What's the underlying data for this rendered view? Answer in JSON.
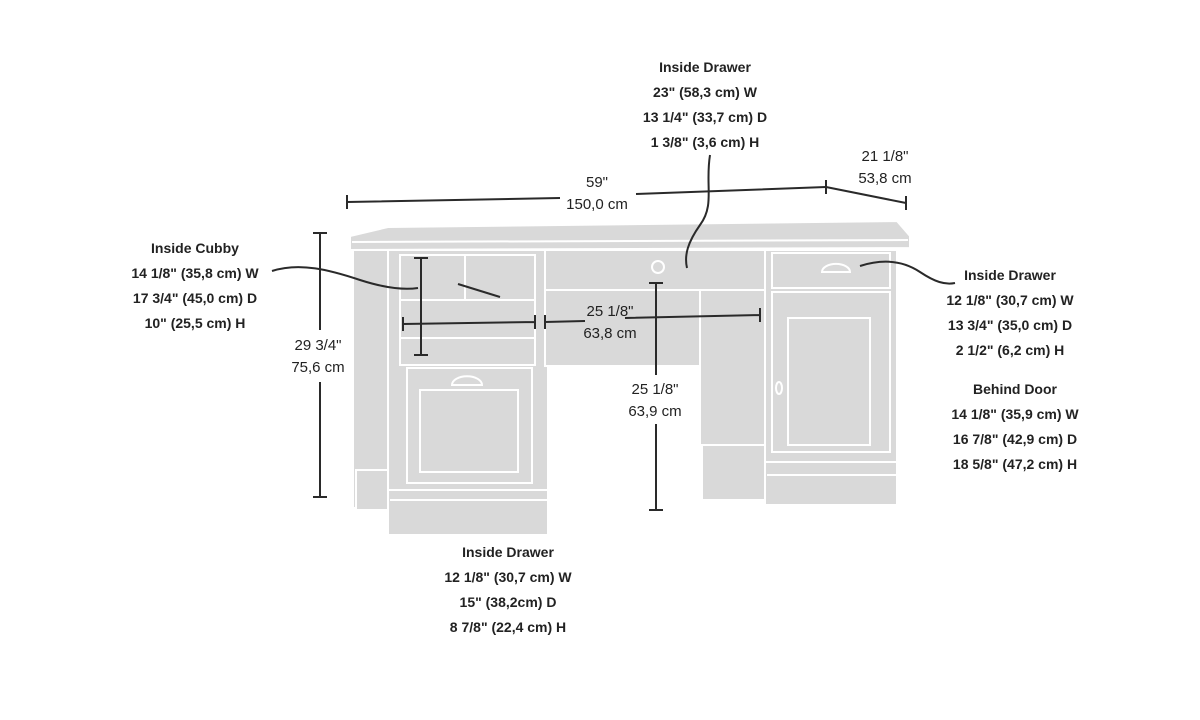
{
  "overall": {
    "width": {
      "in": "59\"",
      "cm": "150,0 cm"
    },
    "depth": {
      "in": "21 1/8\"",
      "cm": "53,8 cm"
    },
    "height": {
      "in": "29 3/4\"",
      "cm": "75,6 cm"
    },
    "knee_width": {
      "in": "25 1/8\"",
      "cm": "63,8 cm"
    },
    "knee_height": {
      "in": "25 1/8\"",
      "cm": "63,9 cm"
    }
  },
  "compartments": {
    "center_drawer": {
      "title": "Inside Drawer",
      "lines": [
        "23\" (58,3 cm) W",
        "13 1/4\" (33,7 cm) D",
        "1 3/8\" (3,6 cm) H"
      ]
    },
    "cubby": {
      "title": "Inside Cubby",
      "lines": [
        "14 1/8\" (35,8 cm) W",
        "17 3/4\" (45,0 cm) D",
        "10\" (25,5 cm) H"
      ]
    },
    "right_drawer": {
      "title": "Inside Drawer",
      "lines": [
        "12 1/8\" (30,7 cm) W",
        "13 3/4\" (35,0 cm) D",
        "2 1/2\" (6,2 cm) H"
      ]
    },
    "behind_door": {
      "title": "Behind Door",
      "lines": [
        "14 1/8\" (35,9 cm) W",
        "16 7/8\" (42,9 cm) D",
        "18 5/8\" (47,2 cm) H"
      ]
    },
    "left_drawer": {
      "title": "Inside Drawer",
      "lines": [
        "12 1/8\" (30,7 cm) W",
        "15\" (38,2cm) D",
        "8 7/8\" (22,4 cm) H"
      ]
    }
  },
  "colors": {
    "desk_fill": "#d9d9d9",
    "desk_line": "#ffffff",
    "dimension_line": "#2a2a2a"
  }
}
